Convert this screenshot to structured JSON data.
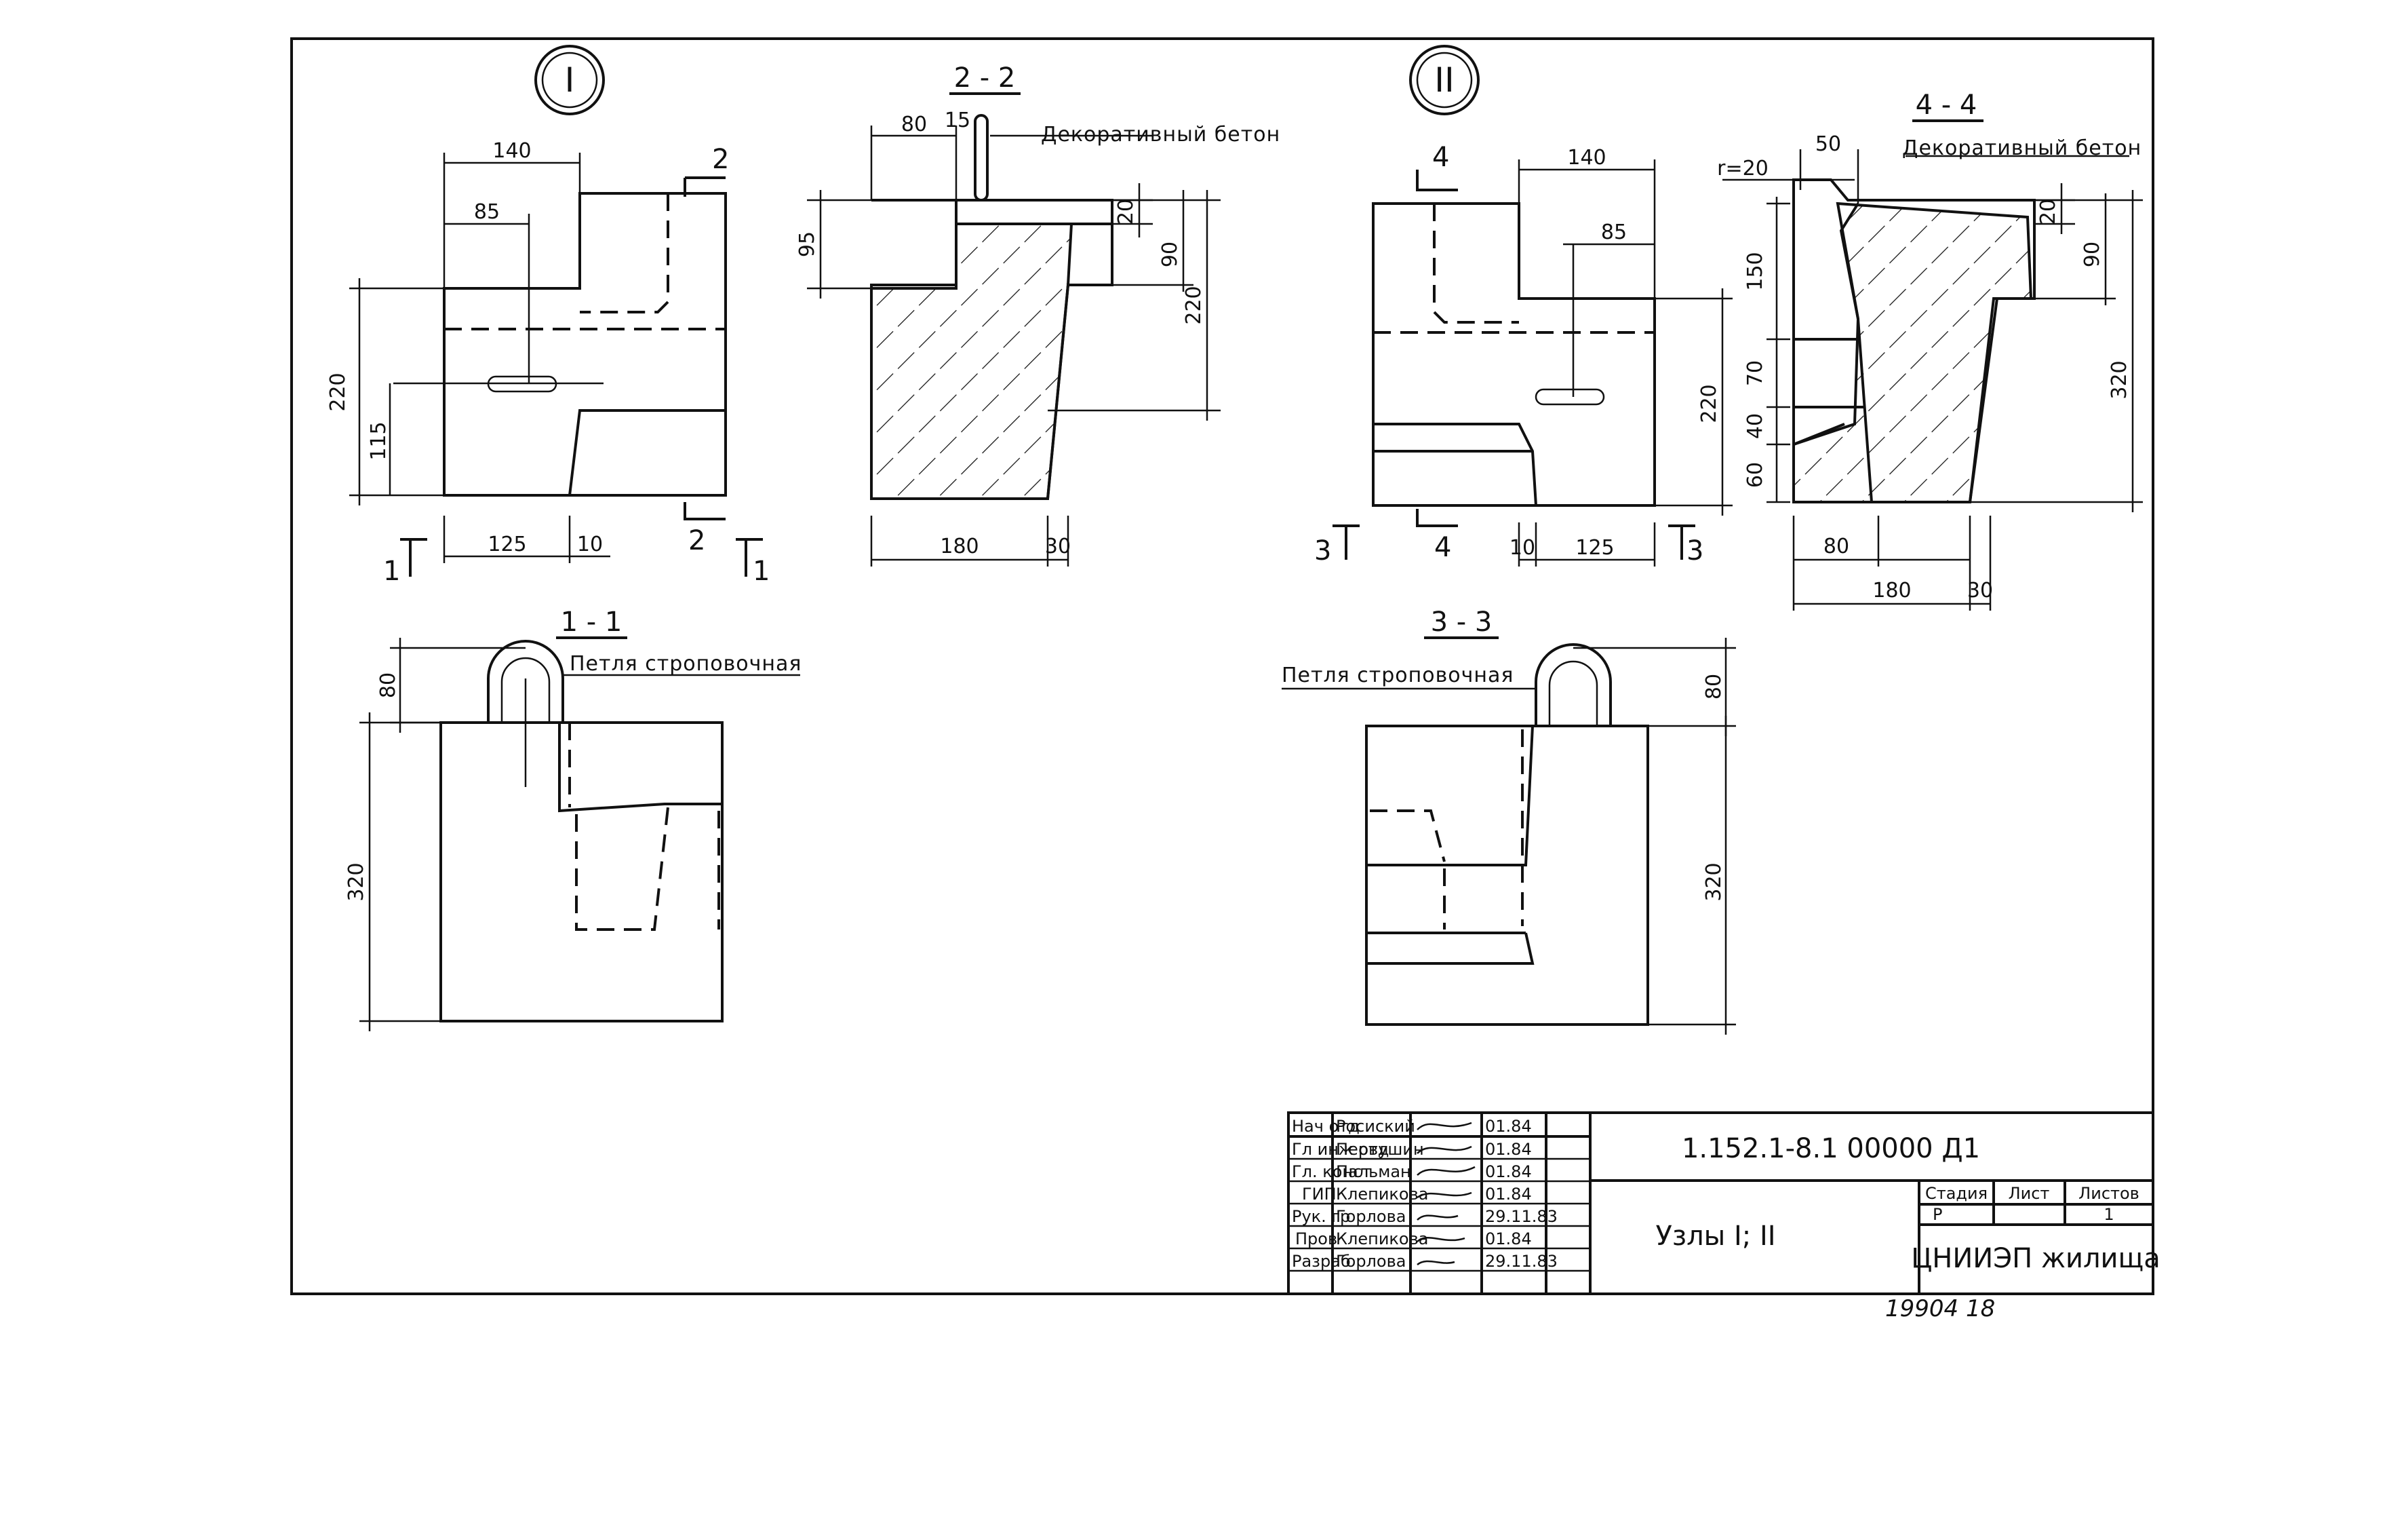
{
  "drawing": {
    "node_1": "I",
    "node_2": "II",
    "sections": {
      "s11": "1 - 1",
      "s22": "2 - 2",
      "s33": "3 - 3",
      "s44": "4 - 4"
    },
    "cut_marks": {
      "c1": "1",
      "c2": "2",
      "c3": "3",
      "c4": "4"
    },
    "labels": {
      "decor_concrete": "Декоративный бетон",
      "lifting_loop": "Петля строповочная"
    },
    "dims": {
      "n1": {
        "d140": "140",
        "d85": "85",
        "d220": "220",
        "d115": "115",
        "d125": "125",
        "d10": "10"
      },
      "s22": {
        "d80": "80",
        "d15": "15",
        "d95": "95",
        "d20": "20",
        "d90": "90",
        "d220": "220",
        "d180": "180",
        "d30": "30"
      },
      "n2": {
        "d140": "140",
        "d85": "85",
        "d220": "220",
        "d10": "10",
        "d125": "125"
      },
      "s44": {
        "r20": "r=20",
        "d50": "50",
        "d150": "150",
        "d70": "70",
        "d40": "40",
        "d60": "60",
        "d20": "20",
        "d90": "90",
        "d320": "320",
        "d80": "80",
        "d180": "180",
        "d30": "30"
      },
      "s11": {
        "d80": "80",
        "d320": "320"
      },
      "s33": {
        "d80": "80",
        "d320": "320"
      }
    }
  },
  "title_block": {
    "code": "1.152.1-8.1  00000 Д1",
    "title": "Узлы I; II",
    "organization": "ЦНИИЭП жилища",
    "headers": {
      "stage": "Стадия",
      "sheet": "Лист",
      "sheets": "Листов"
    },
    "values": {
      "stage": "Р",
      "sheet": "1",
      "sheets": ""
    },
    "rows": [
      {
        "role": "Нач отд",
        "name": "Росиский",
        "date": "01.84"
      },
      {
        "role": "Гл инж отд",
        "name": "Первушин",
        "date": "01.84"
      },
      {
        "role": "Гл. конст",
        "name": "Пальман",
        "date": "01.84"
      },
      {
        "role": "ГИП",
        "name": "Клепикова",
        "date": "01.84"
      },
      {
        "role": "Рук. гр",
        "name": "Горлова",
        "date": "29.11.83"
      },
      {
        "role": "Пров",
        "name": "Клепикова",
        "date": "01.84"
      },
      {
        "role": "Разраб",
        "name": "Горлова",
        "date": "29.11.83"
      }
    ]
  },
  "footer_note": "19904  18"
}
